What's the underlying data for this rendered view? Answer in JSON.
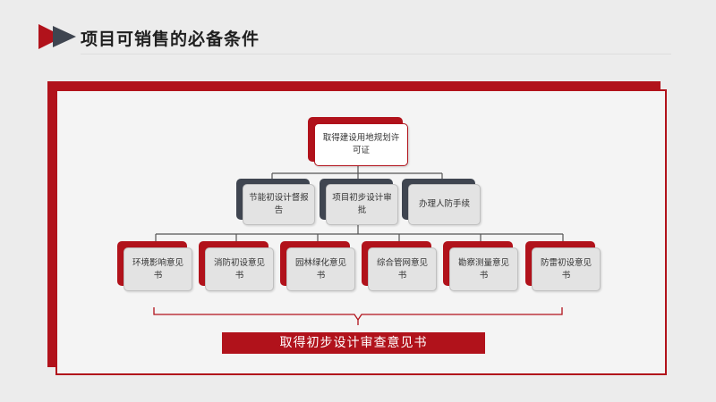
{
  "title": "项目可销售的必备条件",
  "colors": {
    "accent": "#b1121b",
    "dark": "#3f4550"
  },
  "top_node": {
    "label": "取得建设用地规划许可证"
  },
  "level2": [
    {
      "label": "节能初设计督报告"
    },
    {
      "label": "项目初步设计审批"
    },
    {
      "label": "办理人防手续"
    }
  ],
  "level3": [
    {
      "label": "环境影响意见书"
    },
    {
      "label": "消防初设意见书"
    },
    {
      "label": "园林绿化意见书"
    },
    {
      "label": "综合管网意见书"
    },
    {
      "label": "勘察测量意见书"
    },
    {
      "label": "防雷初设意见书"
    }
  ],
  "result": {
    "label": "取得初步设计审查意见书"
  }
}
